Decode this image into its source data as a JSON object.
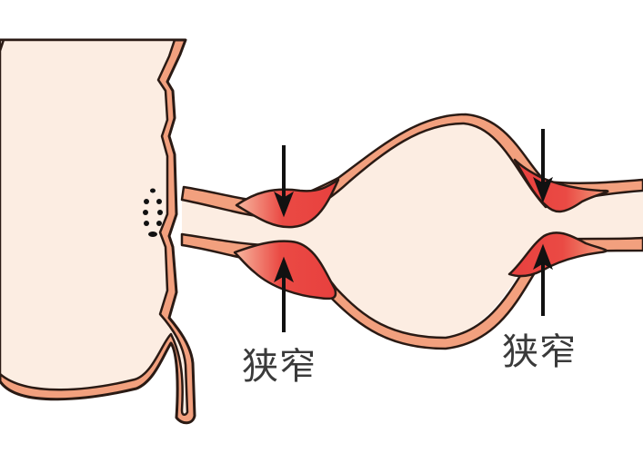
{
  "diagram": {
    "subject": "intestine with strictures",
    "labels": [
      {
        "id": "stricture-left",
        "text": "狭窄"
      },
      {
        "id": "stricture-right",
        "text": "狭窄"
      }
    ],
    "parts": [
      {
        "name": "large-bowel-segment",
        "fill": "#fcede2",
        "wall": "#f2a07e"
      },
      {
        "name": "ileocecal-junction-dots",
        "color": "#111111"
      },
      {
        "name": "small-intestine",
        "fill": "#fcede2",
        "wall": "#f2a07e"
      },
      {
        "name": "stricture-1",
        "color": "#e8403e"
      },
      {
        "name": "dilated-segment",
        "fill": "#fcede2"
      },
      {
        "name": "stricture-2",
        "color": "#e8403e"
      },
      {
        "name": "appendix",
        "fill": "#f2a07e"
      }
    ],
    "arrows": [
      {
        "at": "stricture-1",
        "direction": "down"
      },
      {
        "at": "stricture-1",
        "direction": "up"
      },
      {
        "at": "stricture-2",
        "direction": "down"
      },
      {
        "at": "stricture-2",
        "direction": "up"
      }
    ],
    "colors": {
      "background": "#ffffff",
      "lumen": "#fcede2",
      "wall": "#f2a07e",
      "outline": "#2a1a14",
      "stricture": "#e8403e",
      "arrow": "#111111",
      "text": "#3a3a3a"
    }
  }
}
